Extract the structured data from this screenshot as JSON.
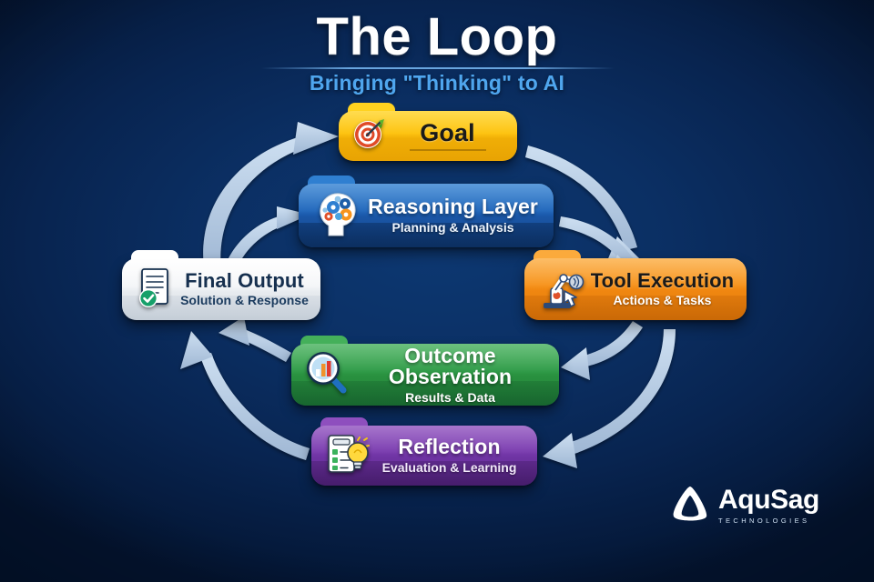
{
  "header": {
    "title": "The Loop",
    "subtitle": "Bringing \"Thinking\" to AI"
  },
  "diagram": {
    "type": "cycle-flow",
    "nodes": [
      {
        "id": "goal",
        "title": "Goal",
        "subtitle": "",
        "icon": "target-dartboard-icon",
        "color": "#fdc310",
        "title_color": "#1a1a1a"
      },
      {
        "id": "reasoning",
        "title": "Reasoning Layer",
        "subtitle": "Planning & Analysis",
        "icon": "head-with-gears-icon",
        "color": "#1f66bb",
        "title_color": "#ffffff"
      },
      {
        "id": "tool",
        "title": "Tool Execution",
        "subtitle": "Actions & Tasks",
        "icon": "robot-arm-cursor-icon",
        "color": "#f7941d",
        "title_color": "#1a1a1a"
      },
      {
        "id": "outcome",
        "title": "Outcome Observation",
        "subtitle": "Results & Data",
        "icon": "magnifier-bar-chart-icon",
        "color": "#2f9c48",
        "title_color": "#ffffff"
      },
      {
        "id": "reflection",
        "title": "Reflection",
        "subtitle": "Evaluation & Learning",
        "icon": "clipboard-lightbulb-icon",
        "color": "#7a3caf",
        "title_color": "#ffffff"
      },
      {
        "id": "final",
        "title": "Final Output",
        "subtitle": "Solution & Response",
        "icon": "document-check-icon",
        "color": "#f4f6f8",
        "title_color": "#16304f"
      }
    ],
    "arrows": [
      {
        "from": "final",
        "to": "goal"
      },
      {
        "from": "final",
        "to": "reasoning"
      },
      {
        "from": "goal",
        "to": "tool"
      },
      {
        "from": "reasoning",
        "to": "tool"
      },
      {
        "from": "tool",
        "to": "outcome"
      },
      {
        "from": "tool",
        "to": "reflection"
      },
      {
        "from": "outcome",
        "to": "final"
      },
      {
        "from": "reflection",
        "to": "final"
      }
    ],
    "arrow_color": "#b9cde4"
  },
  "logo": {
    "name": "AquSag",
    "tagline": "TECHNOLOGIES",
    "mark": "aqusag-triangle-icon"
  },
  "theme": {
    "background": "#0b2f63",
    "accent": "#4fa6ee"
  }
}
